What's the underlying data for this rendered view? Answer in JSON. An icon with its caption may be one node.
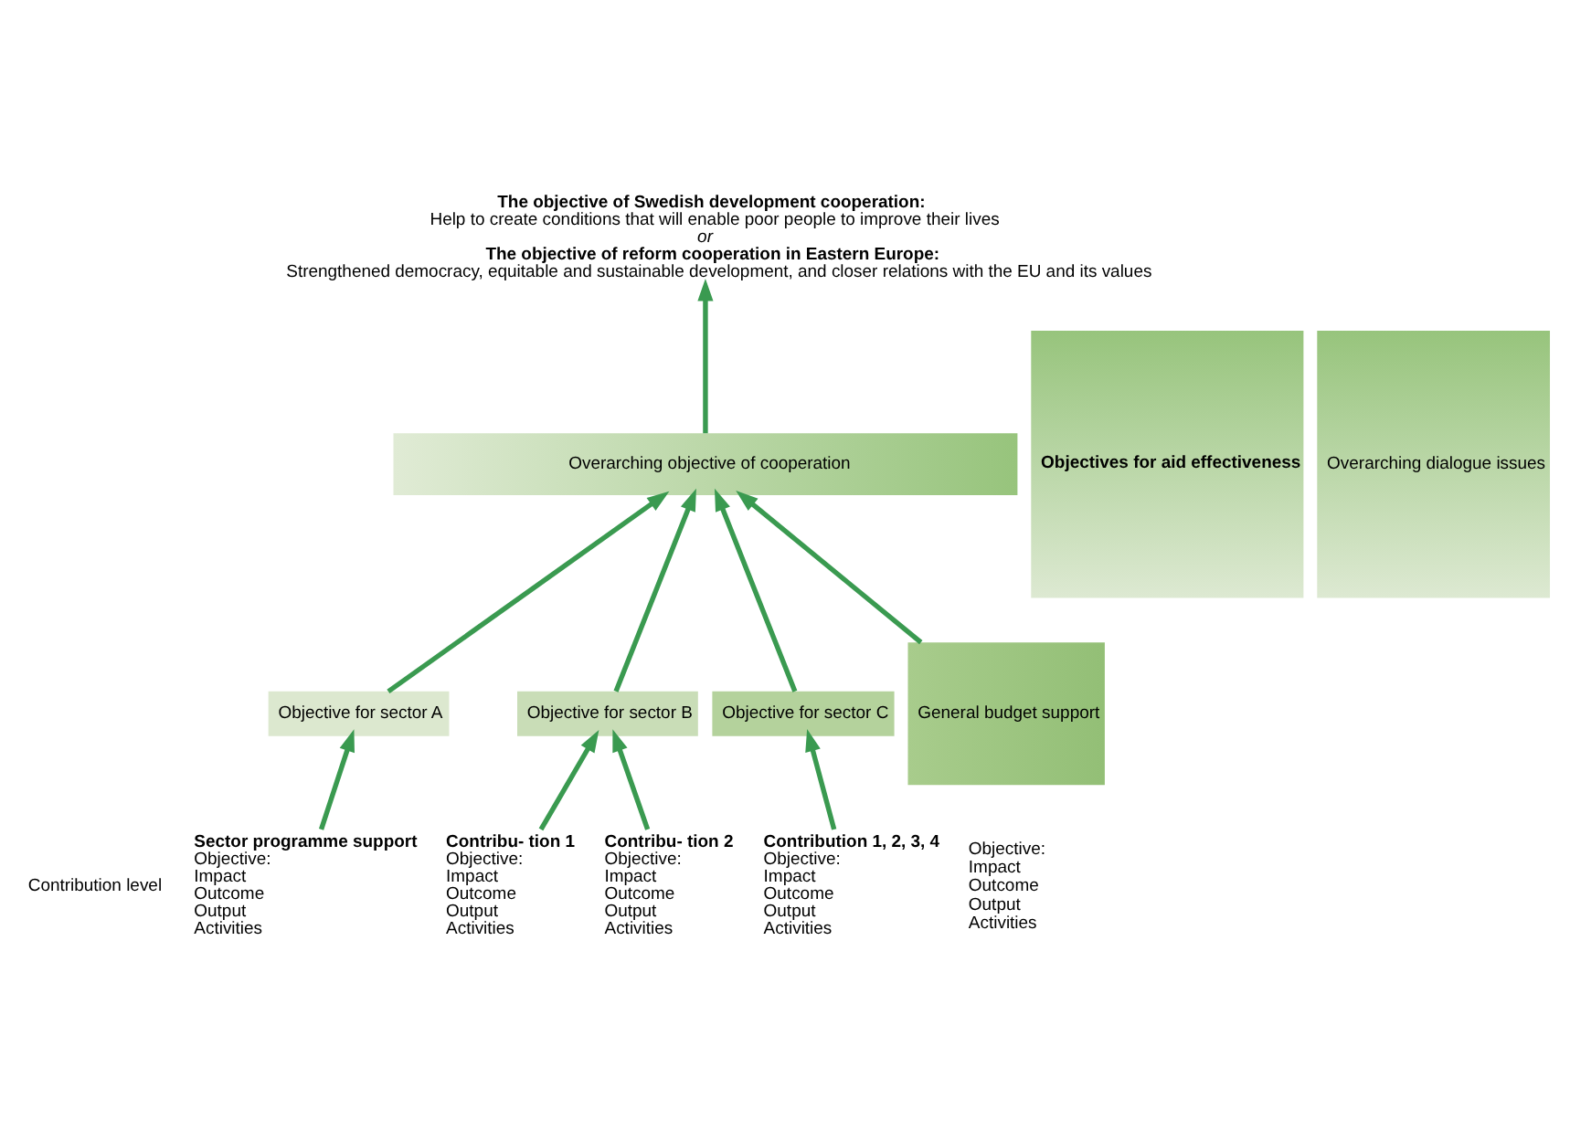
{
  "diagram": {
    "nodes": [
      {
        "text": [
          "The objective of Swedish development cooperation:",
          "Help to create conditions that will enable poor people to improve their lives",
          "or",
          "The objective of reform cooperation in Eastern Europe:",
          "Strengthened democracy, equitable and sustainable development, and closer relations with the EU and its values"
        ]
      },
      {
        "text": [
          "Overarching objective of cooperation"
        ]
      },
      {
        "text": [
          "Objective for sector A"
        ]
      },
      {
        "text": [
          "Objective for sector B"
        ]
      },
      {
        "text": [
          "Objective for sector C"
        ]
      },
      {
        "text": [
          "General budget support"
        ],
        "beside": [
          "Objective:",
          "Impact",
          "Outcome",
          "Output",
          "Activities"
        ]
      },
      {
        "text": [
          "Objectives for aid effectiveness"
        ]
      },
      {
        "text": [
          "Overarching dialogue issues"
        ]
      },
      {
        "text": [
          "Sector programme support",
          "Objective:",
          "Impact",
          "Outcome",
          "Output",
          "Activities"
        ]
      },
      {
        "text": [
          "Contribu- tion 1",
          "Objective:",
          "Impact",
          "Outcome",
          "Output",
          "Activities"
        ]
      },
      {
        "text": [
          "Contribu- tion 2",
          "Objective:",
          "Impact",
          "Outcome",
          "Output",
          "Activities"
        ]
      },
      {
        "text": [
          "Contribution 1, 2, 3, 4",
          "Objective:",
          "Impact",
          "Outcome",
          "Output",
          "Activities"
        ]
      }
    ],
    "edges": [
      {
        "from": 1,
        "to": 0,
        "arrow": "to"
      },
      {
        "from": 2,
        "to": 1,
        "arrow": "to"
      },
      {
        "from": 3,
        "to": 1,
        "arrow": "to"
      },
      {
        "from": 4,
        "to": 1,
        "arrow": "to"
      },
      {
        "from": 5,
        "to": 1,
        "arrow": "to"
      },
      {
        "from": 8,
        "to": 2,
        "arrow": "to"
      },
      {
        "from": 9,
        "to": 3,
        "arrow": "to"
      },
      {
        "from": 10,
        "to": 3,
        "arrow": "to"
      },
      {
        "from": 11,
        "to": 4,
        "arrow": "to"
      }
    ],
    "labels": [
      "Contribution level"
    ]
  }
}
